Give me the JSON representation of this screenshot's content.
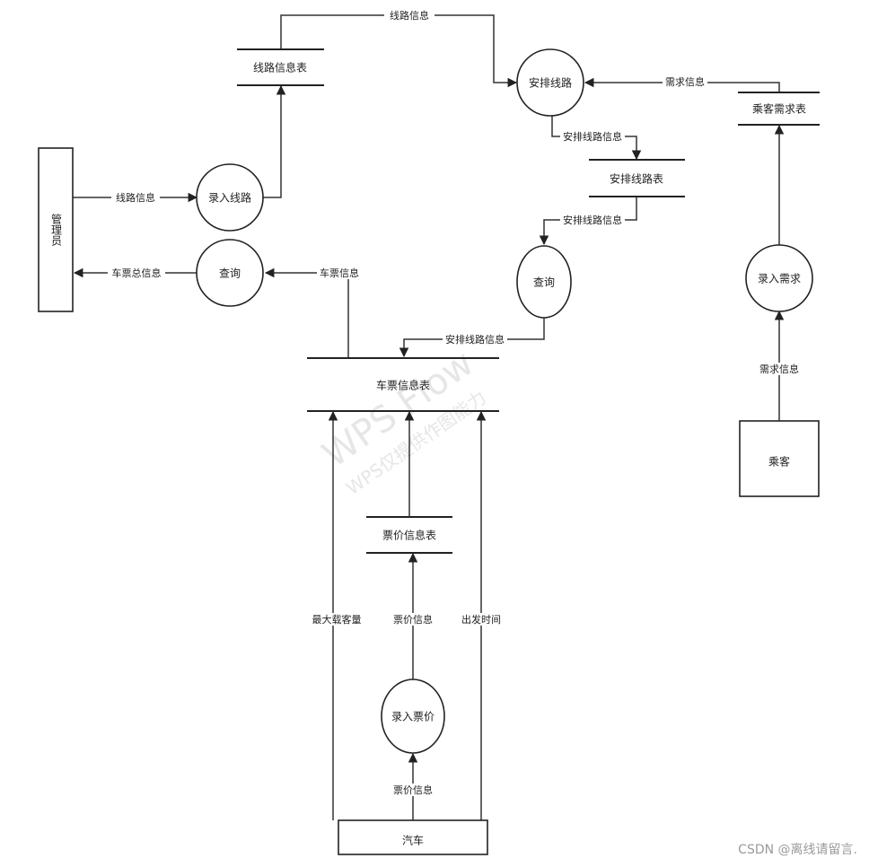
{
  "entities": {
    "admin": "管理员",
    "passenger": "乘客",
    "bus": "汽车"
  },
  "processes": {
    "enter_route": "录入线路",
    "query_left": "查询",
    "arrange_route": "安排线路",
    "query_mid": "查询",
    "enter_demand": "录入需求",
    "enter_price": "录入票价"
  },
  "stores": {
    "route_info_table": "线路信息表",
    "demand_table": "乘客需求表",
    "arrange_table": "安排线路表",
    "ticket_table": "车票信息表",
    "price_table": "票价信息表"
  },
  "flows": {
    "top_route_info": "线路信息",
    "demand_info_top": "需求信息",
    "arrange_info_1": "安排线路信息",
    "admin_route_info": "线路信息",
    "arrange_info_2": "安排线路信息",
    "ticket_total_info": "车票总信息",
    "ticket_info": "车票信息",
    "demand_info_bottom": "需求信息",
    "arrange_info_3": "安排线路信息",
    "max_capacity": "最大载客量",
    "price_info_upper": "票价信息",
    "depart_time": "出发时间",
    "price_info_lower": "票价信息"
  },
  "watermark": {
    "line1": "WPS Flow",
    "line2": "WPS仅提供作图能力"
  },
  "credit": "CSDN @离线请留言."
}
